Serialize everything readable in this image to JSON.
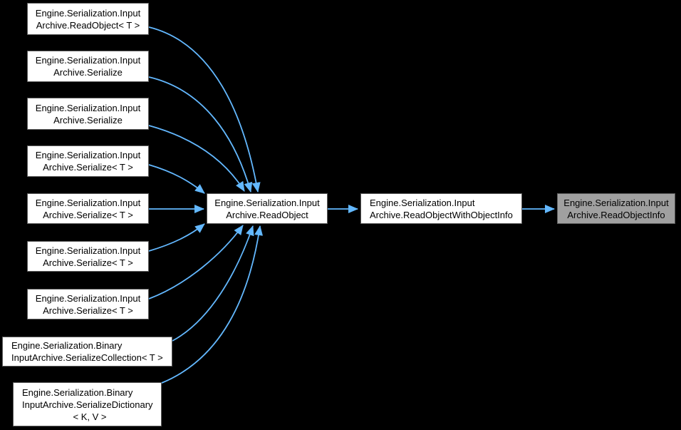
{
  "diagram": {
    "type": "call-graph",
    "background_color": "#000000",
    "edge_color": "#63b8ff",
    "node_fill": "#ffffff",
    "node_border_color": "#5c5c5c",
    "focus_node_fill": "#a0a0a0",
    "text_color": "#000000"
  },
  "nodes": [
    {
      "id": "read-object-t",
      "role": "caller",
      "lines": [
        "Engine.Serialization.Input",
        "Archive.ReadObject< T >"
      ]
    },
    {
      "id": "serialize-1",
      "role": "caller",
      "lines": [
        "Engine.Serialization.Input",
        "Archive.Serialize"
      ]
    },
    {
      "id": "serialize-2",
      "role": "caller",
      "lines": [
        "Engine.Serialization.Input",
        "Archive.Serialize"
      ]
    },
    {
      "id": "serialize-t-1",
      "role": "caller",
      "lines": [
        "Engine.Serialization.Input",
        "Archive.Serialize< T >"
      ]
    },
    {
      "id": "serialize-t-2",
      "role": "caller",
      "lines": [
        "Engine.Serialization.Input",
        "Archive.Serialize< T >"
      ]
    },
    {
      "id": "serialize-t-3",
      "role": "caller",
      "lines": [
        "Engine.Serialization.Input",
        "Archive.Serialize< T >"
      ]
    },
    {
      "id": "serialize-t-4",
      "role": "caller",
      "lines": [
        "Engine.Serialization.Input",
        "Archive.Serialize< T >"
      ]
    },
    {
      "id": "serialize-collection-t",
      "role": "caller",
      "lines": [
        "Engine.Serialization.Binary",
        "InputArchive.SerializeCollection< T >"
      ]
    },
    {
      "id": "serialize-dictionary-kv",
      "role": "caller",
      "lines": [
        "Engine.Serialization.Binary",
        "InputArchive.SerializeDictionary",
        "< K, V >"
      ]
    },
    {
      "id": "read-object",
      "role": "intermediate",
      "lines": [
        "Engine.Serialization.Input",
        "Archive.ReadObject"
      ]
    },
    {
      "id": "read-object-with-object-info",
      "role": "intermediate",
      "lines": [
        "Engine.Serialization.Input",
        "Archive.ReadObjectWithObjectInfo"
      ]
    },
    {
      "id": "read-object-info",
      "role": "focus",
      "lines": [
        "Engine.Serialization.Input",
        "Archive.ReadObjectInfo"
      ]
    }
  ],
  "edges": [
    {
      "from": "read-object-t",
      "to": "read-object"
    },
    {
      "from": "serialize-1",
      "to": "read-object"
    },
    {
      "from": "serialize-2",
      "to": "read-object"
    },
    {
      "from": "serialize-t-1",
      "to": "read-object"
    },
    {
      "from": "serialize-t-2",
      "to": "read-object"
    },
    {
      "from": "serialize-t-3",
      "to": "read-object"
    },
    {
      "from": "serialize-t-4",
      "to": "read-object"
    },
    {
      "from": "serialize-collection-t",
      "to": "read-object"
    },
    {
      "from": "serialize-dictionary-kv",
      "to": "read-object"
    },
    {
      "from": "read-object",
      "to": "read-object-with-object-info"
    },
    {
      "from": "read-object-with-object-info",
      "to": "read-object-info"
    }
  ]
}
